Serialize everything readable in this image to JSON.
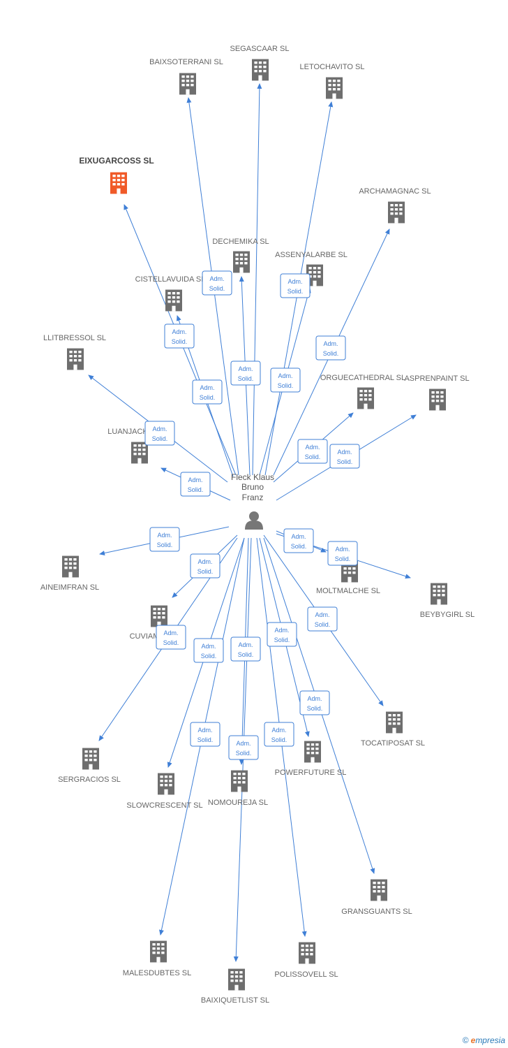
{
  "colors": {
    "edge": "#3f7fd6",
    "building": "#6e6e6e",
    "building_highlight": "#f05a28",
    "person": "#777777"
  },
  "center": {
    "name_lines": [
      "Fleck Klaus",
      "Bruno",
      "Franz"
    ],
    "icon": "person-icon"
  },
  "badge": {
    "line1": "Adm.",
    "line2": "Solid."
  },
  "companies": [
    {
      "id": "segascaar",
      "name": "SEGASCAAR SL"
    },
    {
      "id": "baixsoterrani",
      "name": "BAIXSOTERRANI SL"
    },
    {
      "id": "letochavito",
      "name": "LETOCHAVITO SL"
    },
    {
      "id": "eixugarcoss",
      "name": "EIXUGARCOSS SL",
      "highlight": true
    },
    {
      "id": "archamagnac",
      "name": "ARCHAMAGNAC SL"
    },
    {
      "id": "dechemika",
      "name": "DECHEMIKA SL"
    },
    {
      "id": "assenyalarbe",
      "name": "ASSENYALARBE SL"
    },
    {
      "id": "cistellavuida",
      "name": "CISTELLAVUIDA SL"
    },
    {
      "id": "llitbressol",
      "name": "LLITBRESSOL SL"
    },
    {
      "id": "orguecathedral",
      "name": "ORGUECATHEDRAL SL"
    },
    {
      "id": "asprenpaint",
      "name": "ASPRENPAINT SL"
    },
    {
      "id": "luanjack",
      "name": "LUANJACK"
    },
    {
      "id": "aineimfran",
      "name": "AINEIMFRAN SL"
    },
    {
      "id": "moltmalche",
      "name": "MOLTMALCHE SL"
    },
    {
      "id": "beybygirl",
      "name": "BEYBYGIRL SL"
    },
    {
      "id": "cuviam",
      "name": "CUVIAM"
    },
    {
      "id": "tocatiposat",
      "name": "TOCATIPOSAT SL"
    },
    {
      "id": "sergracios",
      "name": "SERGRACIOS SL"
    },
    {
      "id": "slowcrescent",
      "name": "SLOWCRESCENT SL"
    },
    {
      "id": "nomoureja",
      "name": "NOMOUREJA SL"
    },
    {
      "id": "powerfuture",
      "name": "POWERFUTURE SL"
    },
    {
      "id": "gransguants",
      "name": "GRANSGUANTS SL"
    },
    {
      "id": "malesdubtes",
      "name": "MALESDUBTES SL"
    },
    {
      "id": "baixiquetlist",
      "name": "BAIXIQUETLIST SL"
    },
    {
      "id": "polissovell",
      "name": "POLISSOVELL SL"
    }
  ],
  "footer": {
    "copyright": "©",
    "brand_initial": "e",
    "brand_rest": "mpresia"
  }
}
